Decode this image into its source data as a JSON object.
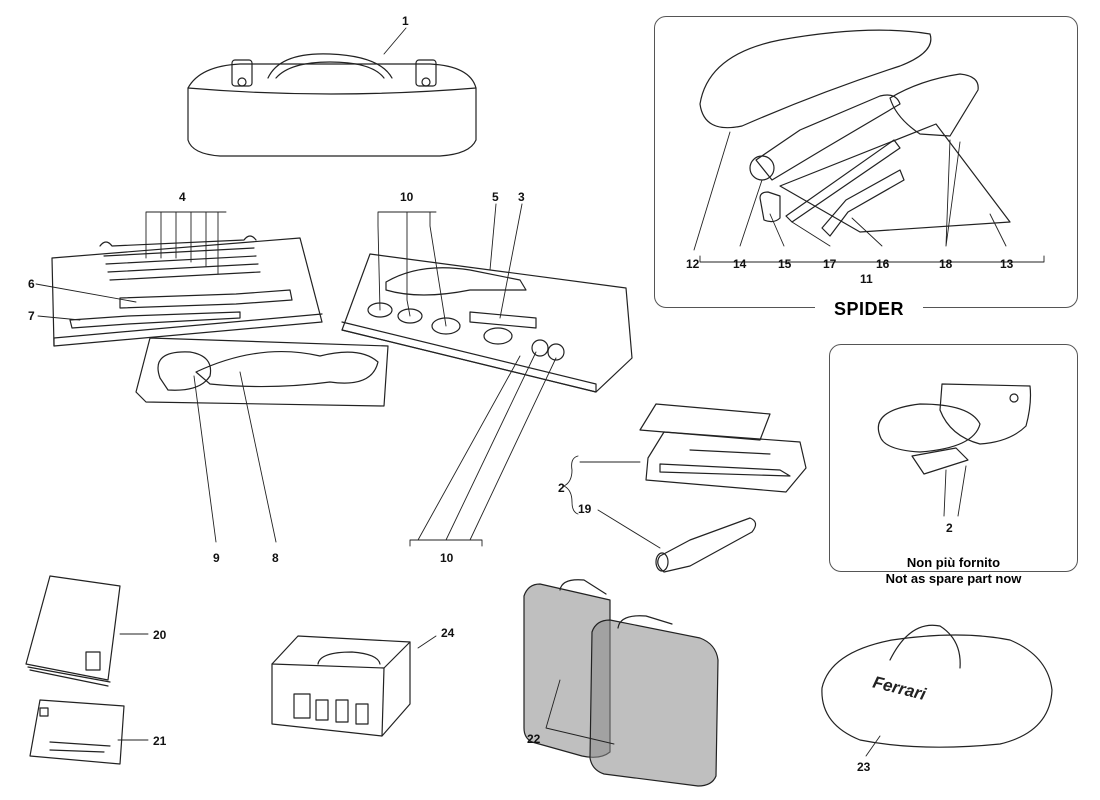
{
  "callouts": [
    "1",
    "2",
    "3",
    "4",
    "5",
    "6",
    "7",
    "8",
    "9",
    "10",
    "11",
    "12",
    "13",
    "14",
    "15",
    "16",
    "17",
    "18",
    "19",
    "20",
    "21",
    "22",
    "23",
    "24"
  ],
  "spider_group": {
    "title": "SPIDER",
    "callouts": [
      "12",
      "14",
      "15",
      "17",
      "16",
      "18",
      "13"
    ],
    "group_callout": "11"
  },
  "not_supplied_box": {
    "line1": "Non più fornito",
    "line2": "Not as spare part now",
    "callout": "2"
  },
  "bag_lettering": "Ferrari"
}
